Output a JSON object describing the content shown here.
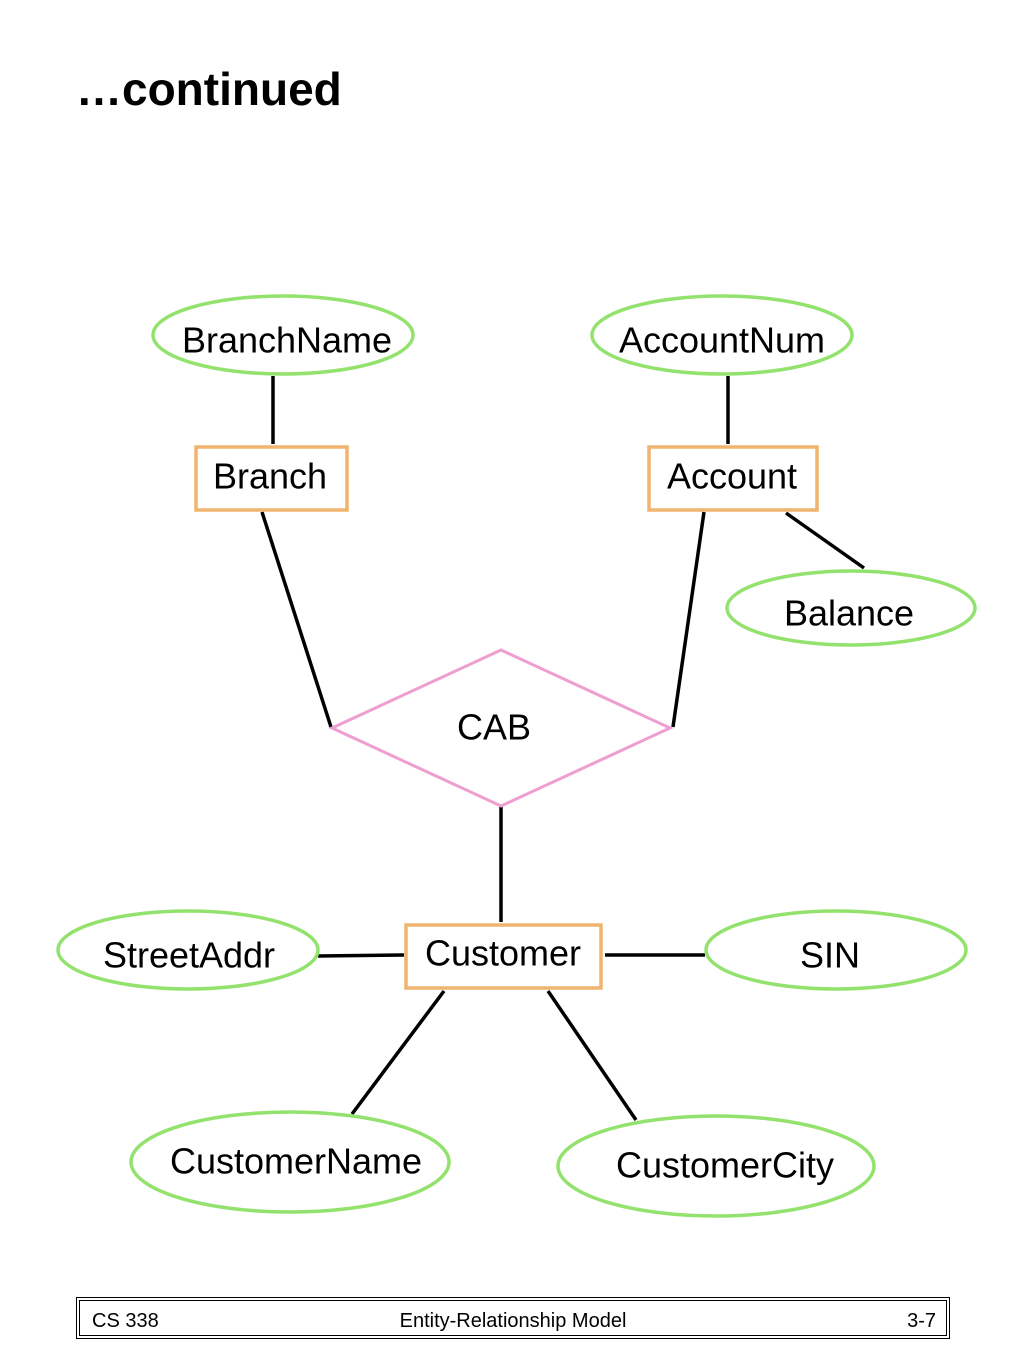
{
  "slide": {
    "title": "…continued"
  },
  "diagram": {
    "colors": {
      "entity": "#F0B46E",
      "attribute": "#93E26D",
      "relationship": "#EE9ECF",
      "line": "#000000"
    },
    "entities": {
      "branch": "Branch",
      "account": "Account",
      "customer": "Customer"
    },
    "relationship": {
      "cab": "CAB"
    },
    "attributes": {
      "branch_name": "BranchName",
      "account_num": "AccountNum",
      "balance": "Balance",
      "street_addr": "StreetAddr",
      "sin": "SIN",
      "customer_name": "CustomerName",
      "customer_city": "CustomerCity"
    }
  },
  "footer": {
    "course": "CS 338",
    "topic": "Entity-Relationship Model",
    "page": "3-7"
  }
}
